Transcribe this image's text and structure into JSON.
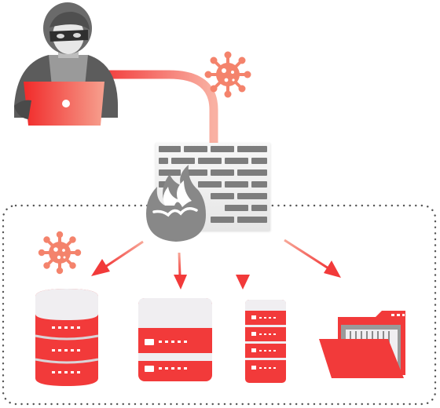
{
  "diagram": {
    "kind": "network-security-illustration",
    "nodes": [
      {
        "id": "hacker",
        "icon": "hacker-with-laptop-icon"
      },
      {
        "id": "malware-top",
        "icon": "virus-icon"
      },
      {
        "id": "firewall",
        "icon": "firewall-icon"
      },
      {
        "id": "malware-left",
        "icon": "virus-icon"
      },
      {
        "id": "database",
        "icon": "database-icon"
      },
      {
        "id": "server",
        "icon": "server-icon"
      },
      {
        "id": "server-rack",
        "icon": "server-rack-icon"
      },
      {
        "id": "folder",
        "icon": "folder-with-files-icon"
      }
    ],
    "edges": [
      {
        "from": "hacker",
        "to": "firewall"
      },
      {
        "from": "firewall",
        "to": "database"
      },
      {
        "from": "firewall",
        "to": "server"
      },
      {
        "from": "firewall",
        "to": "server-rack"
      },
      {
        "from": "firewall",
        "to": "folder"
      }
    ],
    "groups": [
      {
        "id": "protected-network",
        "style": "dotted-rounded-rectangle"
      }
    ]
  },
  "colors": {
    "accent_red": "#f23a3a",
    "light_red": "#f7a898",
    "virus": "#f4836c",
    "gray_dark": "#5c5c5c",
    "gray_mid": "#8c8c8c",
    "gray_light": "#eeeeee",
    "panel_light": "#f0eef1",
    "dots": "#555555"
  }
}
